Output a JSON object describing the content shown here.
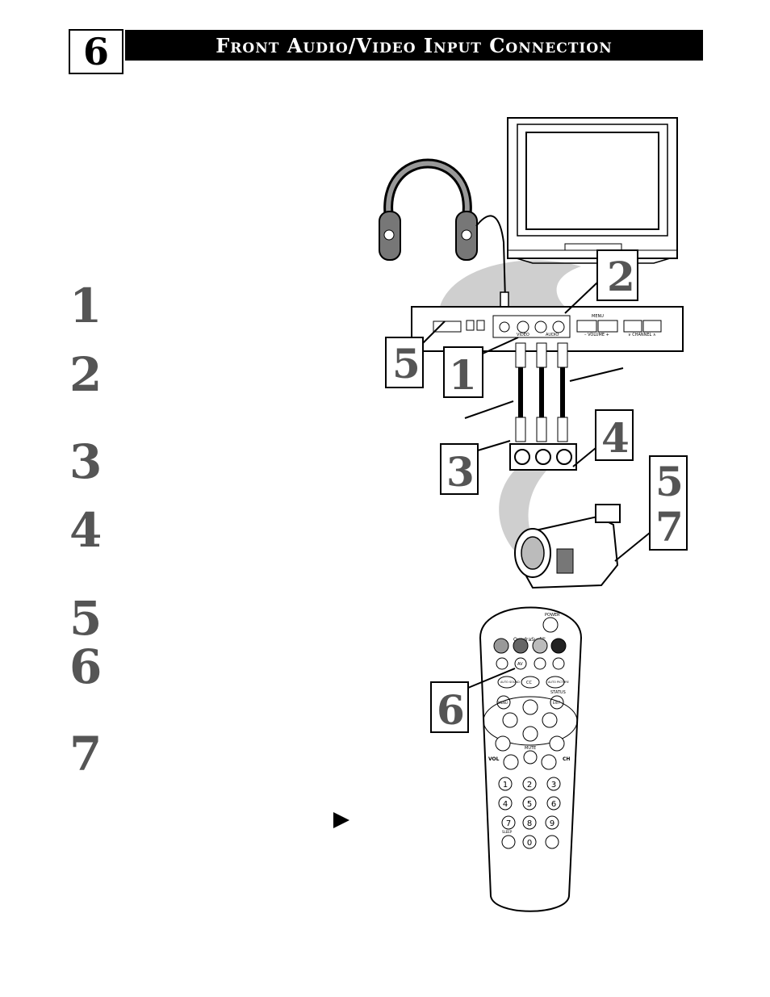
{
  "header": {
    "page_number": "6",
    "title": "Front Audio/Video Input Connection"
  },
  "steps": [
    "1",
    "2",
    "3",
    "4",
    "5",
    "6",
    "7"
  ],
  "callouts": {
    "jack_panel_step": "2",
    "headphone_step": "5",
    "cable_connect_step": "1",
    "camcorder_jacks_step": "3",
    "camcorder_cable_step": "4",
    "camcorder_steps_top": "5",
    "camcorder_steps_bottom": "7",
    "remote_step": "6"
  },
  "tv_panel": {
    "menu_label": "MENU",
    "video_label": "VIDEO",
    "audio_label": "AUDIO",
    "volume_label": "– VOLUME +",
    "channel_label": "∨ CHANNEL ∧"
  },
  "remote": {
    "power_label": "POWER",
    "quadrasurf_label": "QuadraSurf™",
    "av_label": "AV",
    "auto_sound_label": "AUTO SOUND",
    "cc_label": "CC",
    "auto_picture_label": "AUTO PICTURE",
    "status_label": "STATUS",
    "menu_label": "MENU",
    "exit_label": "EXIT",
    "mute_label": "MUTE",
    "vol_label": "VOL",
    "ch_label": "CH",
    "sleep_label": "SLEEP",
    "digits": [
      "1",
      "2",
      "3",
      "4",
      "5",
      "6",
      "7",
      "8",
      "9",
      "0"
    ]
  },
  "icons": {
    "continue_arrow": "right-triangle-icon"
  }
}
